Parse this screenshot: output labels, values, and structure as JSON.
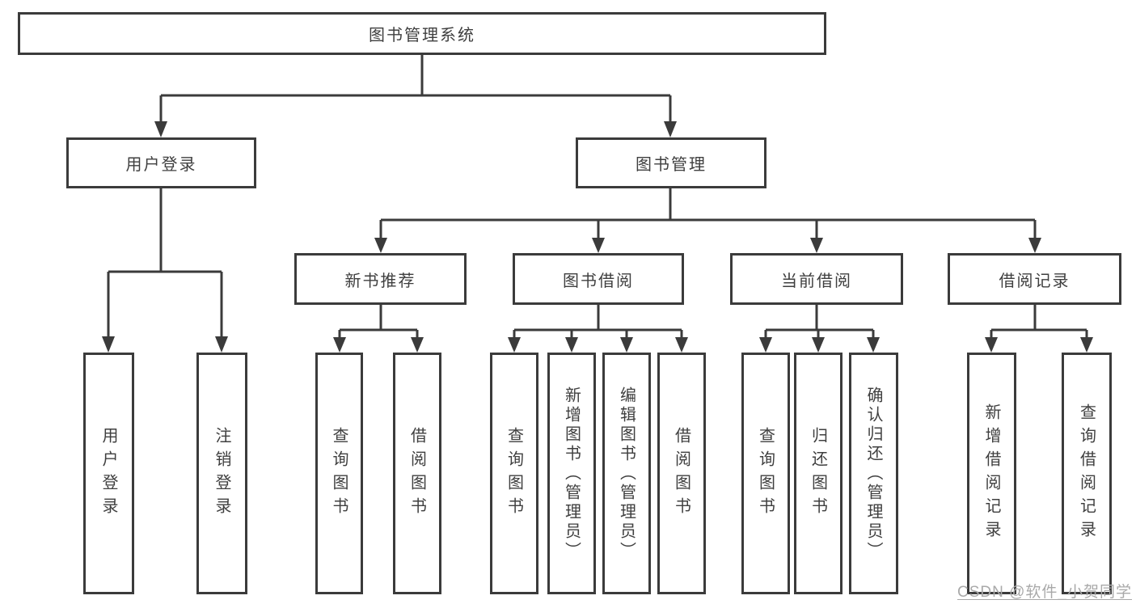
{
  "tree": {
    "root": "图书管理系统",
    "children": [
      {
        "label": "用户登录",
        "children": [
          "用户登录",
          "注销登录"
        ]
      },
      {
        "label": "图书管理",
        "children": [
          {
            "label": "新书推荐",
            "children": [
              "查询图书",
              "借阅图书"
            ]
          },
          {
            "label": "图书借阅",
            "children": [
              "查询图书",
              "新增图书（管理员）",
              "编辑图书（管理员）",
              "借阅图书"
            ]
          },
          {
            "label": "当前借阅",
            "children": [
              "查询图书",
              "归还图书",
              "确认归还（管理员）"
            ]
          },
          {
            "label": "借阅记录",
            "children": [
              "新增借阅记录",
              "查询借阅记录"
            ]
          }
        ]
      }
    ]
  },
  "watermark": "CSDN @软件_小贺同学",
  "colors": {
    "line": "#3b3b3b",
    "text": "#3f3f3f",
    "watermark": "#a9a9a9"
  }
}
